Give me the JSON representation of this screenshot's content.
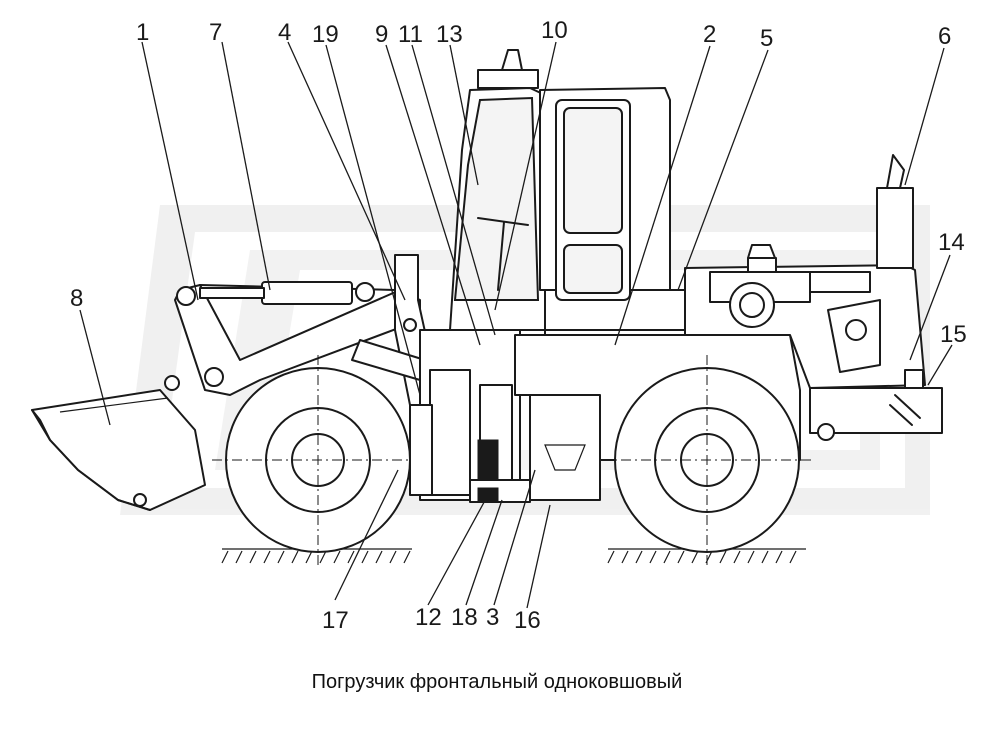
{
  "caption": "Погрузчик фронтальный одноковшовый",
  "callouts": [
    {
      "id": "c1",
      "label": "1"
    },
    {
      "id": "c7",
      "label": "7"
    },
    {
      "id": "c4",
      "label": "4"
    },
    {
      "id": "c19",
      "label": "19"
    },
    {
      "id": "c9",
      "label": "9"
    },
    {
      "id": "c11",
      "label": "11"
    },
    {
      "id": "c13",
      "label": "13"
    },
    {
      "id": "c10",
      "label": "10"
    },
    {
      "id": "c2",
      "label": "2"
    },
    {
      "id": "c5",
      "label": "5"
    },
    {
      "id": "c6",
      "label": "6"
    },
    {
      "id": "c14",
      "label": "14"
    },
    {
      "id": "c15",
      "label": "15"
    },
    {
      "id": "c8",
      "label": "8"
    },
    {
      "id": "c17",
      "label": "17"
    },
    {
      "id": "c12",
      "label": "12"
    },
    {
      "id": "c18",
      "label": "18"
    },
    {
      "id": "c3",
      "label": "3"
    },
    {
      "id": "c16",
      "label": "16"
    }
  ]
}
